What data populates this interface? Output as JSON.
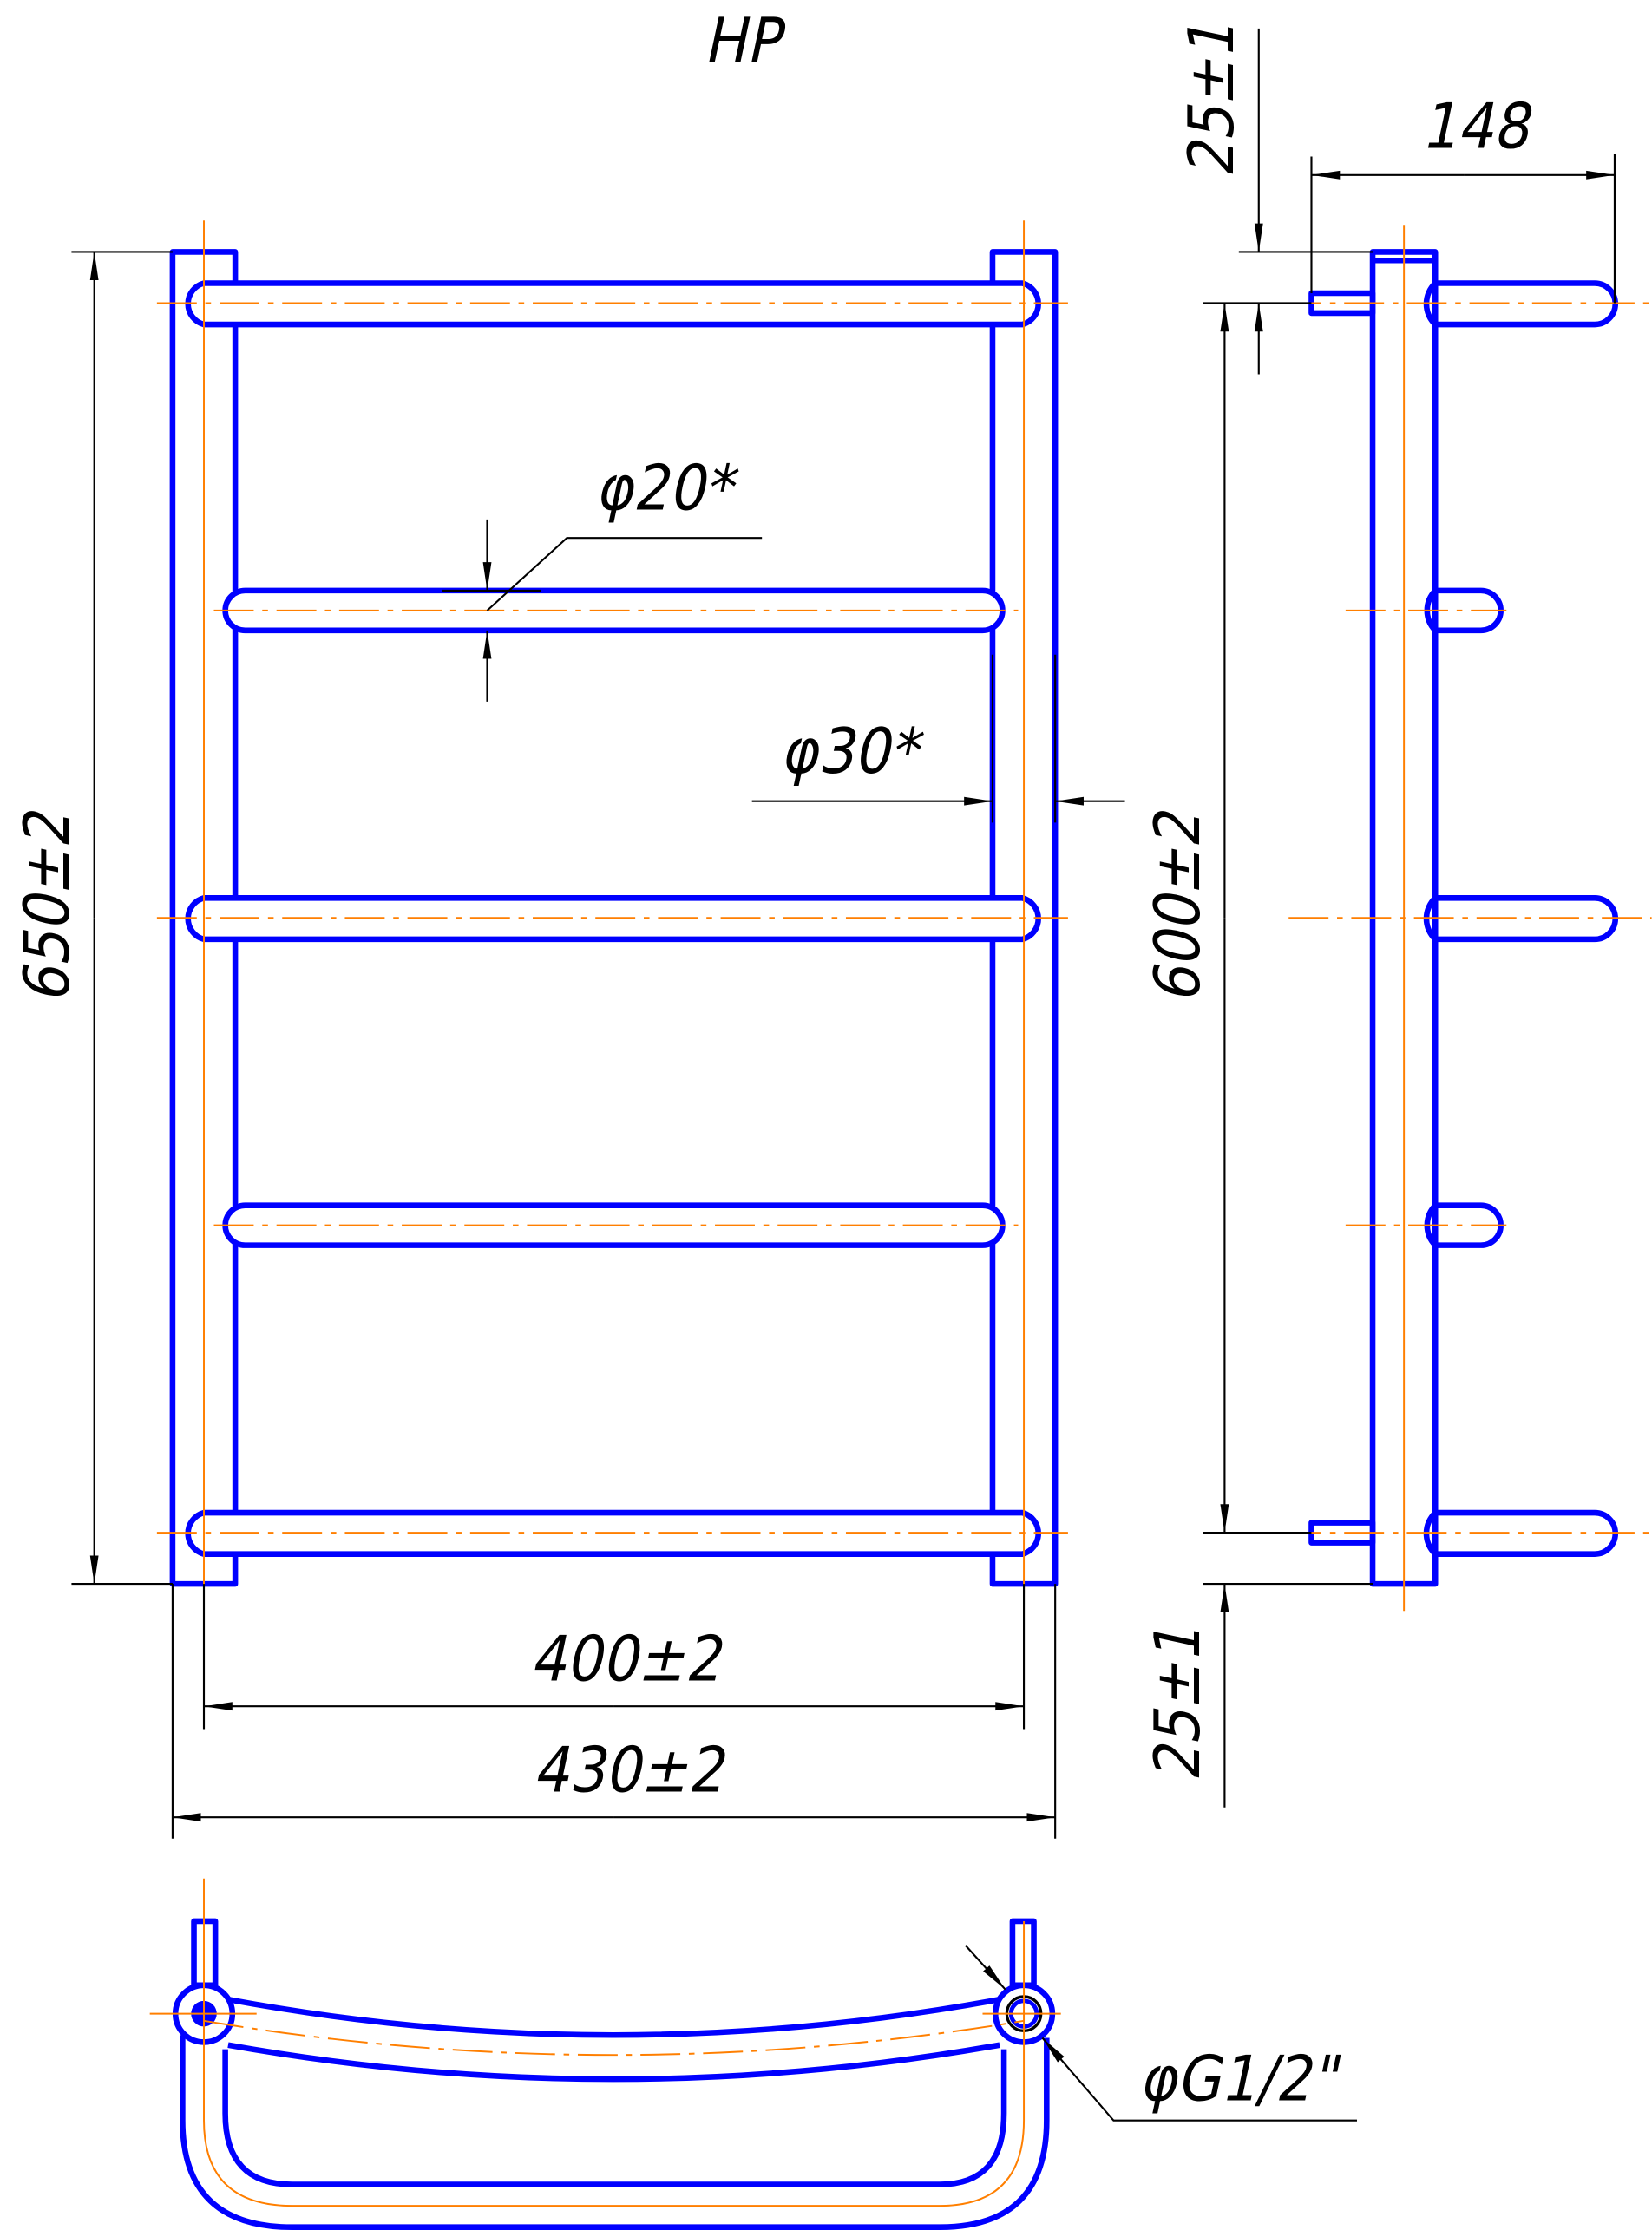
{
  "title": "HP",
  "dimensions": {
    "height_overall": "650±2",
    "width_centers": "400±2",
    "width_overall": "430±2",
    "rail_diameter": "φ20*",
    "post_diameter": "φ30*",
    "depth": "148",
    "height_centers": "600±2",
    "top_offset": "25±1",
    "bottom_offset": "25±1",
    "connection_thread": "φG1/2\""
  },
  "colors": {
    "outline": "#0000ff",
    "centerline": "#ff7f00",
    "dimension": "#000000"
  }
}
